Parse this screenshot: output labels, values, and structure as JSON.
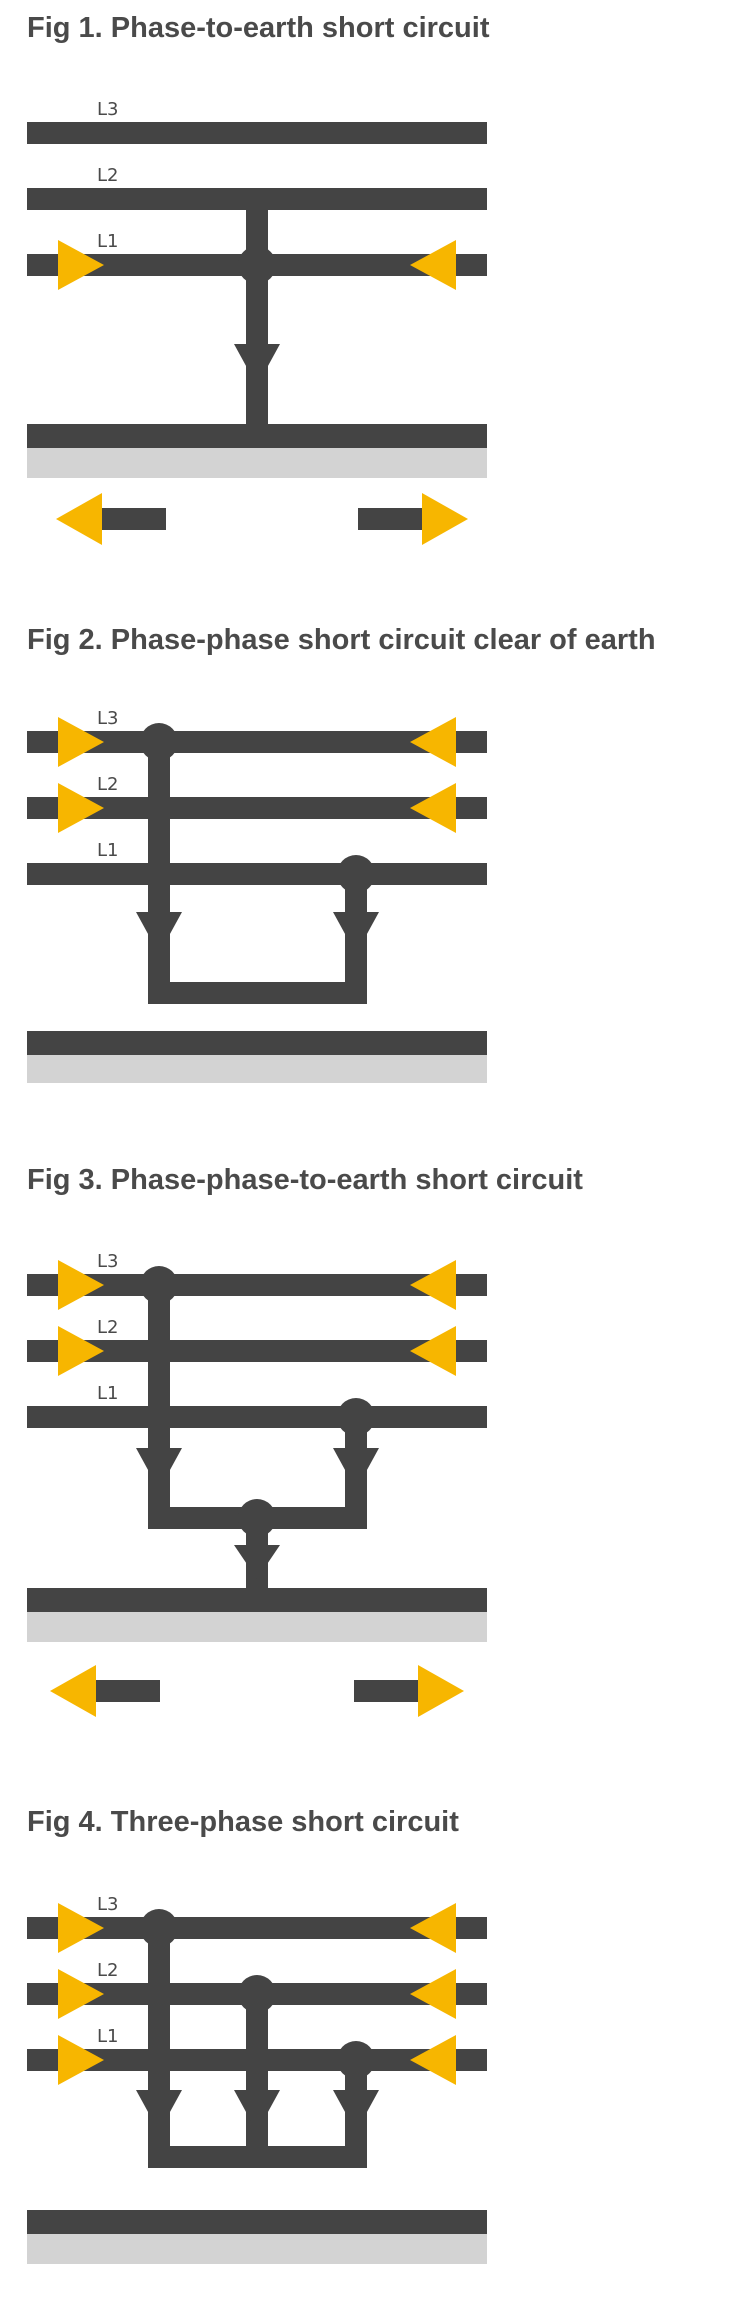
{
  "figures": [
    {
      "id": "fig1",
      "title": "Fig 1. Phase-to-earth short circuit",
      "labels": [
        "L3",
        "L2",
        "L1"
      ]
    },
    {
      "id": "fig2",
      "title": "Fig 2. Phase-phase short circuit clear of earth",
      "labels": [
        "L3",
        "L2",
        "L1"
      ]
    },
    {
      "id": "fig3",
      "title": "Fig 3. Phase-phase-to-earth short circuit",
      "labels": [
        "L3",
        "L2",
        "L1"
      ]
    },
    {
      "id": "fig4",
      "title": "Fig 4. Three-phase short circuit",
      "labels": [
        "L3",
        "L2",
        "L1"
      ]
    }
  ],
  "colors": {
    "conductor": "#444444",
    "earth": "#d3d3d3",
    "arrow": "#f7b600",
    "text": "#4a4a4a"
  }
}
